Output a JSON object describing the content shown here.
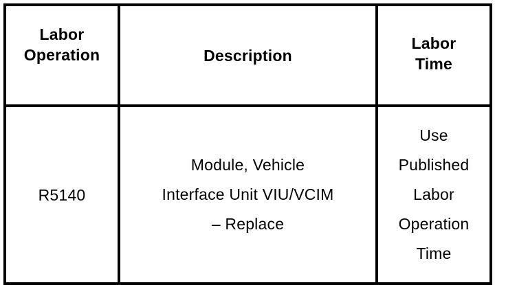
{
  "document": {
    "type": "labor-operation-table",
    "background_color": "#ffffff",
    "text_color": "#000000",
    "border_color": "#000000"
  },
  "table": {
    "columns": [
      {
        "key": "labor_operation",
        "header_lines": [
          "Labor",
          "Operation"
        ]
      },
      {
        "key": "description",
        "header_lines": [
          "Description"
        ]
      },
      {
        "key": "labor_time",
        "header_lines": [
          "Labor",
          "Time"
        ]
      }
    ],
    "rows": [
      {
        "labor_operation": [
          "R5140"
        ],
        "description": [
          "Module, Vehicle",
          "Interface Unit VIU/VCIM",
          "– Replace"
        ],
        "labor_time": [
          "Use",
          "Published",
          "Labor",
          "Operation",
          "Time"
        ]
      }
    ]
  },
  "header": {
    "labor_operation_line1": "Labor",
    "labor_operation_line2": "Operation",
    "description": "Description",
    "labor_time_line1": "Labor",
    "labor_time_line2": "Time"
  },
  "row1": {
    "labor_operation": "R5140",
    "description_line1": "Module, Vehicle",
    "description_line2": "Interface Unit VIU/VCIM",
    "description_line3": "– Replace",
    "labor_time_line1": "Use",
    "labor_time_line2": "Published",
    "labor_time_line3": "Labor",
    "labor_time_line4": "Operation",
    "labor_time_line5": "Time"
  }
}
